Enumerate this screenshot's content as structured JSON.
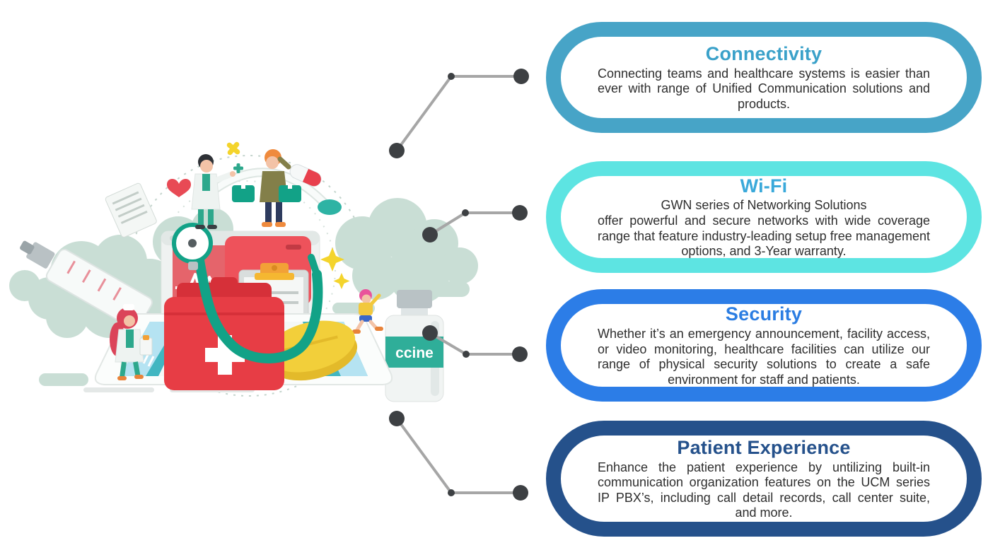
{
  "page": {
    "background": "#ffffff"
  },
  "callouts": [
    {
      "id": "connectivity",
      "title": "Connectivity",
      "body": "Connecting teams and healthcare systems is easier than ever with range of Unified Communication solutions and products.",
      "border_color": "#47a4c7",
      "title_color": "#3aa1c9"
    },
    {
      "id": "wifi",
      "title": "Wi-Fi",
      "body_line1": "GWN series of Networking Solutions",
      "body": "offer powerful and secure networks with wide coverage range that feature industry-leading setup free management options, and 3-Year warranty.",
      "border_color": "#5de4e2",
      "title_color": "#3aa9da"
    },
    {
      "id": "security",
      "title": "Security",
      "body": "Whether it’s an emergency announcement, facility access, or video monitoring, healthcare facilities can utilize our range of physical security solutions to create a safe environment for staff and patients.",
      "border_color": "#2c7de7",
      "title_color": "#2b7de2"
    },
    {
      "id": "patient-experience",
      "title": "Patient Experience",
      "body": "Enhance the patient experience by untilizing built-in communication organization features on the UCM series IP PBX’s, including call detail records, call center suite, and more.",
      "border_color": "#25518b",
      "title_color": "#25518b"
    }
  ],
  "connectors": {
    "line_color": "#a6a6a6",
    "dot_color": "#3d4043"
  },
  "illustration": {
    "description": "flat healthcare / telemedicine illustration on a tablet",
    "vaccine_label": "ccine",
    "colors": {
      "cloud": "#c9ded5",
      "stethoscope": "#12a287",
      "first_aid_red": "#e73d45",
      "monitor_red": "#e5646b",
      "tablet_teal": "#41b6c1",
      "tablet_light_blue": "#b5e3f2",
      "pill_yellow": "#f2cf3a",
      "clip_orange": "#f2a137"
    }
  }
}
